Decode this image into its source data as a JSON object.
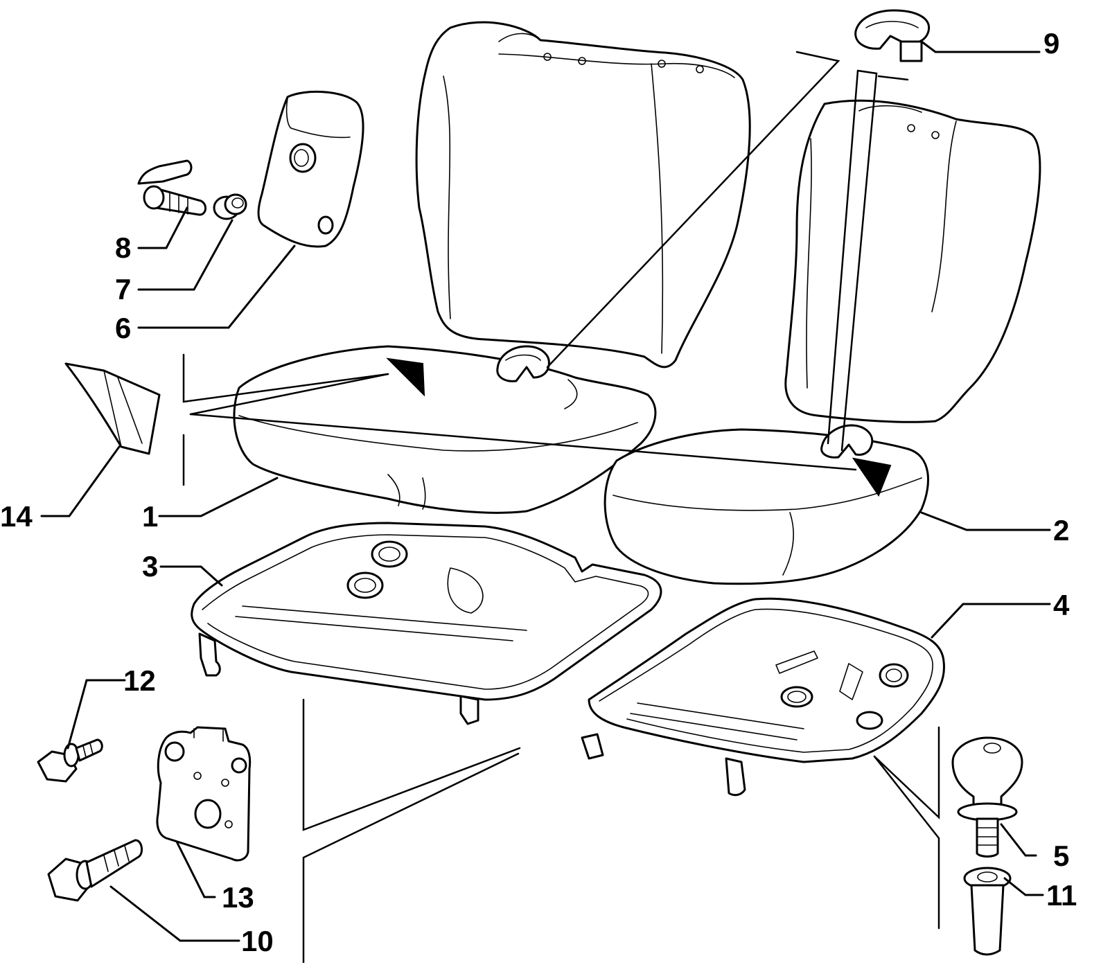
{
  "diagram": {
    "colors": {
      "line": "#000000",
      "background": "#ffffff"
    },
    "callouts": [
      {
        "id": "c1",
        "label": "1"
      },
      {
        "id": "c2",
        "label": "2"
      },
      {
        "id": "c3",
        "label": "3"
      },
      {
        "id": "c4",
        "label": "4"
      },
      {
        "id": "c5",
        "label": "5"
      },
      {
        "id": "c6",
        "label": "6"
      },
      {
        "id": "c7",
        "label": "7"
      },
      {
        "id": "c8",
        "label": "8"
      },
      {
        "id": "c9",
        "label": "9"
      },
      {
        "id": "c10",
        "label": "10"
      },
      {
        "id": "c11",
        "label": "11"
      },
      {
        "id": "c12",
        "label": "12"
      },
      {
        "id": "c13",
        "label": "13"
      },
      {
        "id": "c14",
        "label": "14"
      }
    ]
  }
}
